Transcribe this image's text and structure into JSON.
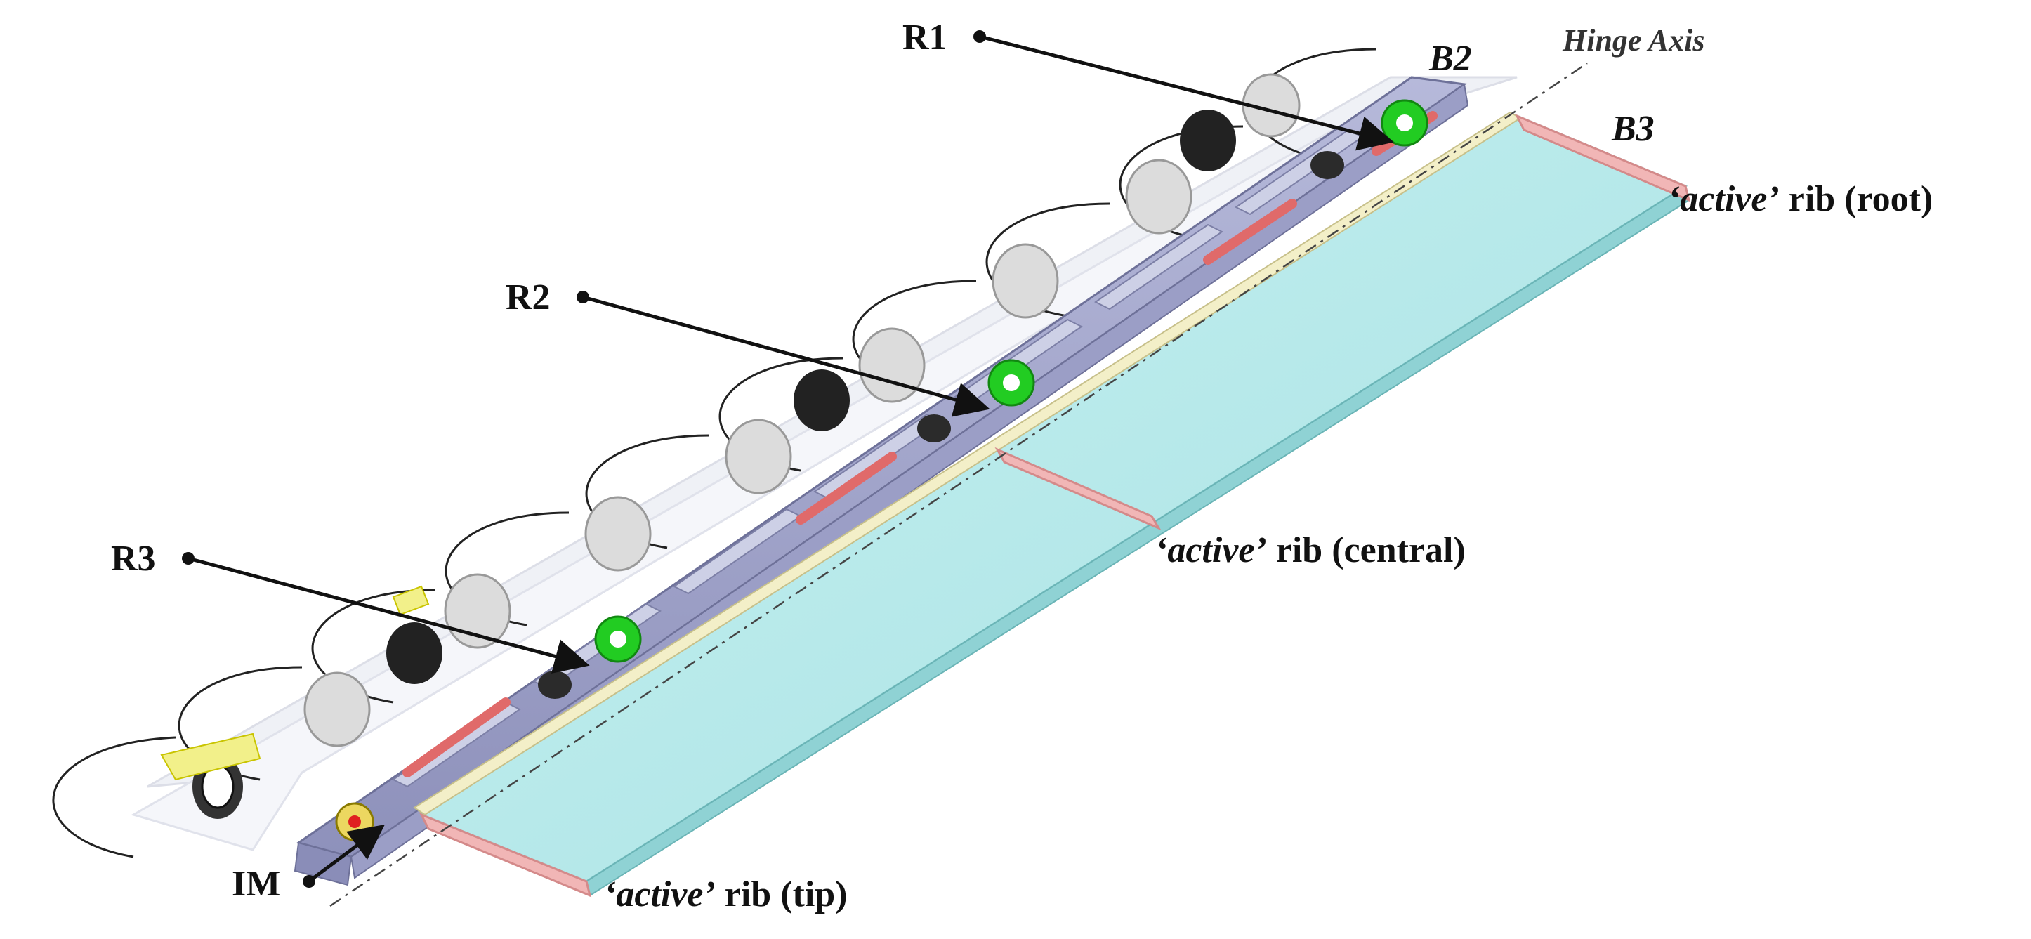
{
  "labels": {
    "r1": "R1",
    "r2": "R2",
    "r3": "R3",
    "im": "IM",
    "b2": "B2",
    "b3": "B3",
    "hinge_axis": "Hinge Axis",
    "active_word": "‘active’",
    "rib_root": " rib (root)",
    "rib_central": " rib (central)",
    "rib_tip": " rib (tip)"
  },
  "colors": {
    "panel_fill": "#bfeeee",
    "panel_edge": "#9fd9d9",
    "spar": "#a9acd0",
    "spar_dark": "#8a8db8",
    "rib_red": "#f0a8a8",
    "rod_red": "#e06060",
    "gear_green": "#22cc22",
    "housing": "#d8dbe6",
    "outline": "#222222",
    "accent_yellow": "#e8e000"
  }
}
